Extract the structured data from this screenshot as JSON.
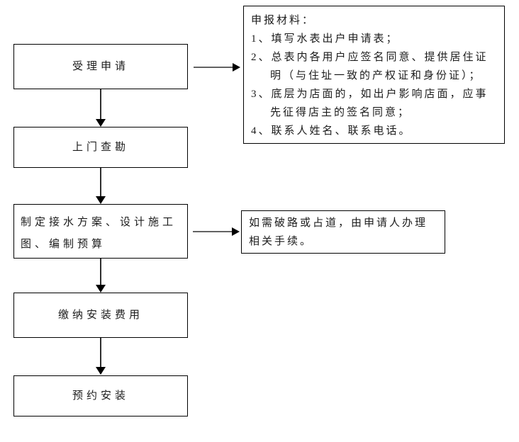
{
  "flowchart": {
    "steps": [
      {
        "label": "受理申请"
      },
      {
        "label": "上门查勘"
      },
      {
        "label": "制定接水方案、设计施工图、编制预算"
      },
      {
        "label": "缴纳安装费用"
      },
      {
        "label": "预约安装"
      }
    ],
    "materials_note": {
      "title": "申报材料：",
      "items": [
        "1、填写水表出户申请表；",
        "2、总表内各用户应签名同意、提供居住证明（与住址一致的产权证和身份证）；",
        "3、底层为店面的，如出户影响店面，应事先征得店主的签名同意；",
        "4、联系人姓名、联系电话。"
      ]
    },
    "road_note": "如需破路或占道，由申请人办理相关手续。"
  },
  "colors": {
    "background": "#ffffff",
    "border": "#000000",
    "text": "#1c1c1c",
    "arrow_shaft": "#636363",
    "arrow_head": "#000000"
  }
}
